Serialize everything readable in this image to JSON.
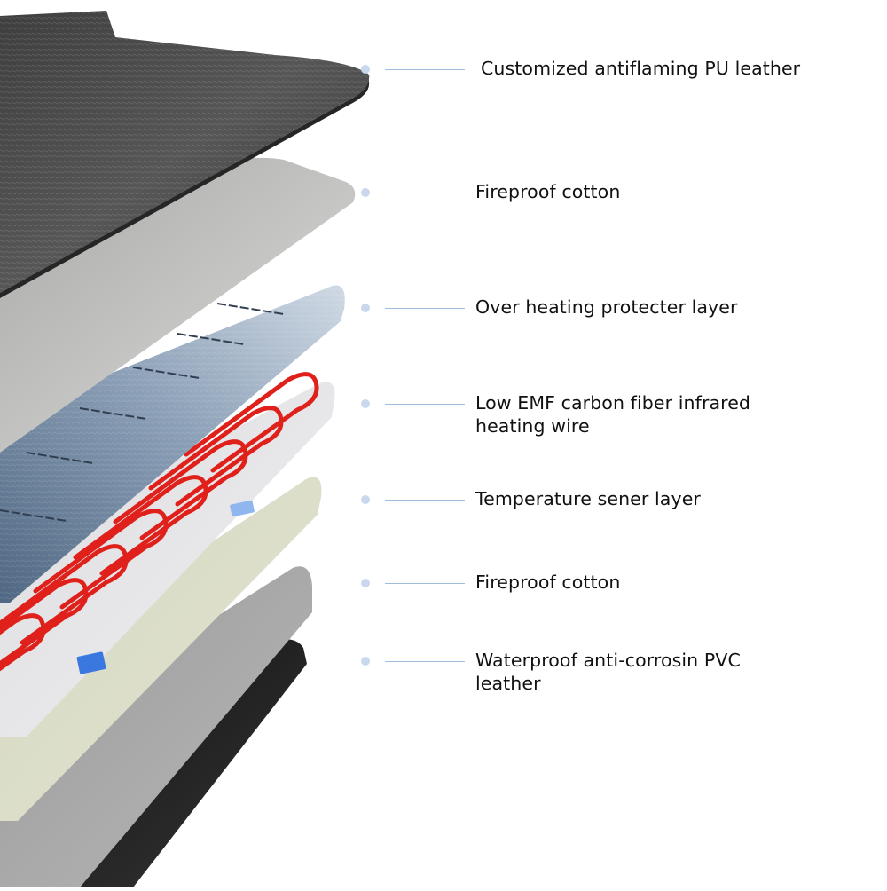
{
  "colors": {
    "leather_dark": "#4a4a4a",
    "cotton_grey": "#bfbfbf",
    "protector_blue": "#7f95ad",
    "heating_wire_red": "#e0201a",
    "base_white": "#e6e6e8",
    "cotton_cream": "#d9dcc6",
    "pvc_grey": "#a9a9a9",
    "pvc_black": "#1c1c1c",
    "sensor_blue": "#3a78e0",
    "leader_line": "#9fbcdc",
    "leader_dot": "#c9d8ec"
  },
  "layers": [
    {
      "id": "pu-leather",
      "label_lines": [
        "Customized antiflaming PU leather"
      ]
    },
    {
      "id": "fireproof-cotton-top",
      "label_lines": [
        "Fireproof cotton"
      ]
    },
    {
      "id": "protector-layer",
      "label_lines": [
        "Over heating protecter layer"
      ]
    },
    {
      "id": "heating-wire",
      "label_lines": [
        "Low EMF carbon fiber infrared",
        "heating wire"
      ]
    },
    {
      "id": "temperature-sensor",
      "label_lines": [
        "Temperature sener layer"
      ]
    },
    {
      "id": "fireproof-cotton-bottom",
      "label_lines": [
        "Fireproof cotton"
      ]
    },
    {
      "id": "pvc-leather",
      "label_lines": [
        "Waterproof anti-corrosin PVC",
        "leather"
      ]
    }
  ]
}
